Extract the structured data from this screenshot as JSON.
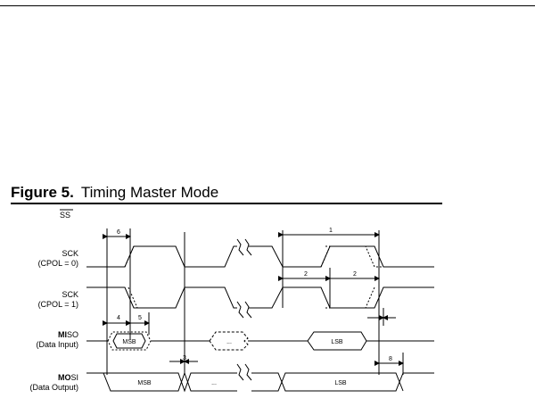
{
  "figure": {
    "label": "Figure 5.",
    "title": "Timing Master Mode"
  },
  "signals": {
    "ss": "SS",
    "sck0": {
      "name": "SCK",
      "sub": "(CPOL = 0)"
    },
    "sck1": {
      "name": "SCK",
      "sub": "(CPOL = 1)"
    },
    "miso": {
      "name_bold": "MI",
      "name_rest": "SO",
      "sub": "(Data Input)"
    },
    "mosi": {
      "name_bold": "MO",
      "name_rest": "SI",
      "sub": "(Data Output)"
    }
  },
  "data_labels": {
    "msb": "MSB",
    "lsb": "LSB",
    "ellipsis": "..."
  },
  "timing_labels": {
    "t1": "1",
    "t2": "2",
    "t3": "3",
    "t4": "4",
    "t5": "5",
    "t6": "6",
    "t8": "8"
  }
}
